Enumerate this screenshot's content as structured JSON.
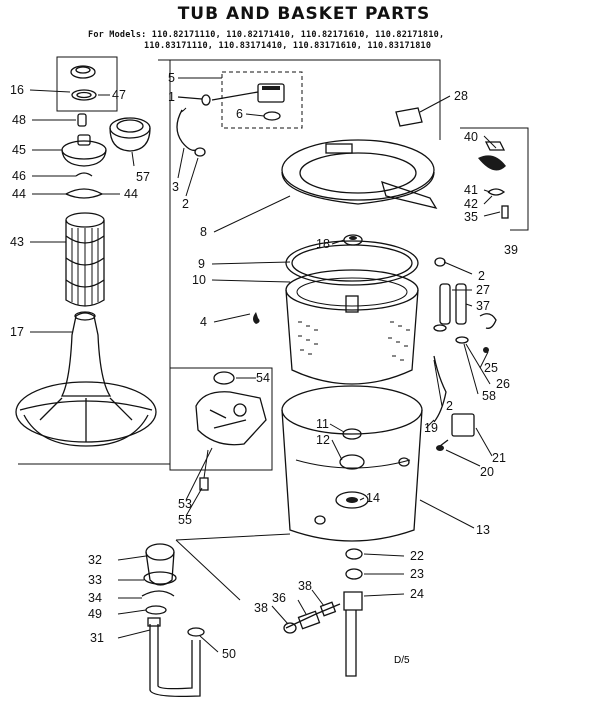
{
  "title": "TUB AND BASKET PARTS",
  "models": {
    "line1": "For Models: 110.82171110, 110.82171410, 110.82171610, 110.82171810,",
    "line2": "110.83171110, 110.83171410, 110.83171610, 110.83171810"
  },
  "footer_code": "D/5",
  "callouts": [
    "16",
    "47",
    "48",
    "45",
    "57",
    "46",
    "44",
    "44",
    "43",
    "17",
    "5",
    "1",
    "6",
    "3",
    "2",
    "28",
    "40",
    "41",
    "42",
    "35",
    "39",
    "8",
    "18",
    "2",
    "9",
    "10",
    "27",
    "37",
    "4",
    "25",
    "26",
    "58",
    "2",
    "54",
    "11",
    "12",
    "19",
    "21",
    "20",
    "53",
    "55",
    "14",
    "13",
    "22",
    "23",
    "24",
    "32",
    "33",
    "34",
    "49",
    "31",
    "50",
    "38",
    "36",
    "38"
  ]
}
